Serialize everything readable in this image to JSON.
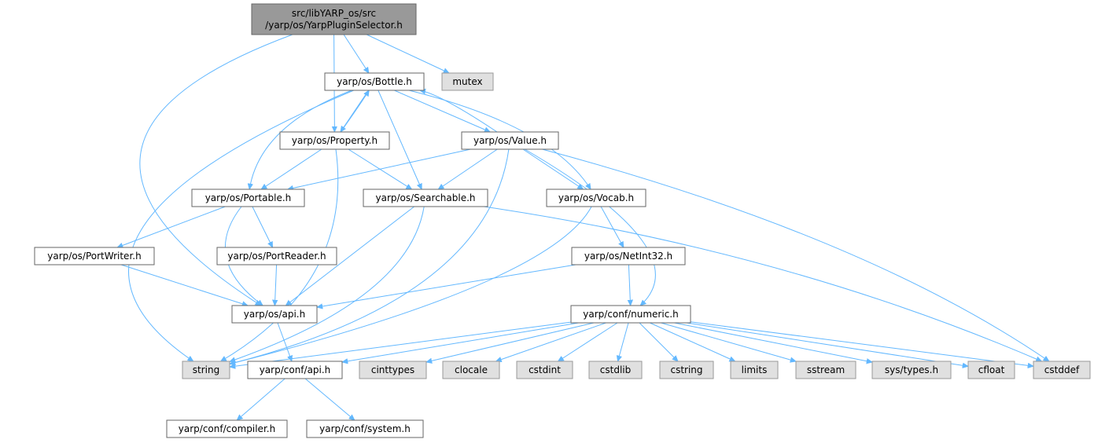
{
  "diagram": {
    "type": "dependency-graph",
    "colors": {
      "edge": "#63b8ff",
      "node_fill": "#ffffff",
      "node_stroke": "#666666",
      "root_fill": "#999999",
      "external_fill": "#e0e0e0",
      "external_stroke": "#999999"
    },
    "nodes": [
      {
        "id": "root",
        "lines": [
          "src/libYARP_os/src",
          "/yarp/os/YarpPluginSelector.h"
        ],
        "kind": "root"
      },
      {
        "id": "bottle",
        "lines": [
          "yarp/os/Bottle.h"
        ],
        "kind": "header"
      },
      {
        "id": "mutex",
        "lines": [
          "mutex"
        ],
        "kind": "external"
      },
      {
        "id": "property",
        "lines": [
          "yarp/os/Property.h"
        ],
        "kind": "header"
      },
      {
        "id": "value",
        "lines": [
          "yarp/os/Value.h"
        ],
        "kind": "header"
      },
      {
        "id": "portable",
        "lines": [
          "yarp/os/Portable.h"
        ],
        "kind": "header"
      },
      {
        "id": "searchable",
        "lines": [
          "yarp/os/Searchable.h"
        ],
        "kind": "header"
      },
      {
        "id": "vocab",
        "lines": [
          "yarp/os/Vocab.h"
        ],
        "kind": "header"
      },
      {
        "id": "portwriter",
        "lines": [
          "yarp/os/PortWriter.h"
        ],
        "kind": "header"
      },
      {
        "id": "portreader",
        "lines": [
          "yarp/os/PortReader.h"
        ],
        "kind": "header"
      },
      {
        "id": "netint32",
        "lines": [
          "yarp/os/NetInt32.h"
        ],
        "kind": "header"
      },
      {
        "id": "osapi",
        "lines": [
          "yarp/os/api.h"
        ],
        "kind": "header"
      },
      {
        "id": "numeric",
        "lines": [
          "yarp/conf/numeric.h"
        ],
        "kind": "header"
      },
      {
        "id": "string",
        "lines": [
          "string"
        ],
        "kind": "external"
      },
      {
        "id": "confapi",
        "lines": [
          "yarp/conf/api.h"
        ],
        "kind": "header"
      },
      {
        "id": "cinttypes",
        "lines": [
          "cinttypes"
        ],
        "kind": "external"
      },
      {
        "id": "clocale",
        "lines": [
          "clocale"
        ],
        "kind": "external"
      },
      {
        "id": "cstdint",
        "lines": [
          "cstdint"
        ],
        "kind": "external"
      },
      {
        "id": "cstdlib",
        "lines": [
          "cstdlib"
        ],
        "kind": "external"
      },
      {
        "id": "cstring",
        "lines": [
          "cstring"
        ],
        "kind": "external"
      },
      {
        "id": "limits",
        "lines": [
          "limits"
        ],
        "kind": "external"
      },
      {
        "id": "sstream",
        "lines": [
          "sstream"
        ],
        "kind": "external"
      },
      {
        "id": "systypes",
        "lines": [
          "sys/types.h"
        ],
        "kind": "external"
      },
      {
        "id": "cfloat",
        "lines": [
          "cfloat"
        ],
        "kind": "external"
      },
      {
        "id": "cstddef",
        "lines": [
          "cstddef"
        ],
        "kind": "external"
      },
      {
        "id": "compiler",
        "lines": [
          "yarp/conf/compiler.h"
        ],
        "kind": "header"
      },
      {
        "id": "system",
        "lines": [
          "yarp/conf/system.h"
        ],
        "kind": "header"
      }
    ],
    "edges": [
      [
        "root",
        "bottle"
      ],
      [
        "root",
        "mutex"
      ],
      [
        "root",
        "property"
      ],
      [
        "root",
        "osapi"
      ],
      [
        "bottle",
        "property"
      ],
      [
        "bottle",
        "value"
      ],
      [
        "bottle",
        "portable"
      ],
      [
        "bottle",
        "searchable"
      ],
      [
        "bottle",
        "vocab"
      ],
      [
        "bottle",
        "string"
      ],
      [
        "property",
        "bottle"
      ],
      [
        "property",
        "portable"
      ],
      [
        "property",
        "searchable"
      ],
      [
        "property",
        "string"
      ],
      [
        "value",
        "bottle"
      ],
      [
        "value",
        "portable"
      ],
      [
        "value",
        "searchable"
      ],
      [
        "value",
        "vocab"
      ],
      [
        "value",
        "numeric"
      ],
      [
        "value",
        "string"
      ],
      [
        "value",
        "cstddef"
      ],
      [
        "portable",
        "portwriter"
      ],
      [
        "portable",
        "portreader"
      ],
      [
        "portable",
        "osapi"
      ],
      [
        "searchable",
        "osapi"
      ],
      [
        "searchable",
        "string"
      ],
      [
        "searchable",
        "cstddef"
      ],
      [
        "vocab",
        "netint32"
      ],
      [
        "vocab",
        "string"
      ],
      [
        "portwriter",
        "osapi"
      ],
      [
        "portreader",
        "osapi"
      ],
      [
        "netint32",
        "osapi"
      ],
      [
        "netint32",
        "numeric"
      ],
      [
        "osapi",
        "confapi"
      ],
      [
        "numeric",
        "string"
      ],
      [
        "numeric",
        "confapi"
      ],
      [
        "numeric",
        "cinttypes"
      ],
      [
        "numeric",
        "clocale"
      ],
      [
        "numeric",
        "cstdint"
      ],
      [
        "numeric",
        "cstdlib"
      ],
      [
        "numeric",
        "cstring"
      ],
      [
        "numeric",
        "limits"
      ],
      [
        "numeric",
        "sstream"
      ],
      [
        "numeric",
        "systypes"
      ],
      [
        "numeric",
        "cfloat"
      ],
      [
        "numeric",
        "cstddef"
      ],
      [
        "confapi",
        "compiler"
      ],
      [
        "confapi",
        "system"
      ]
    ]
  }
}
